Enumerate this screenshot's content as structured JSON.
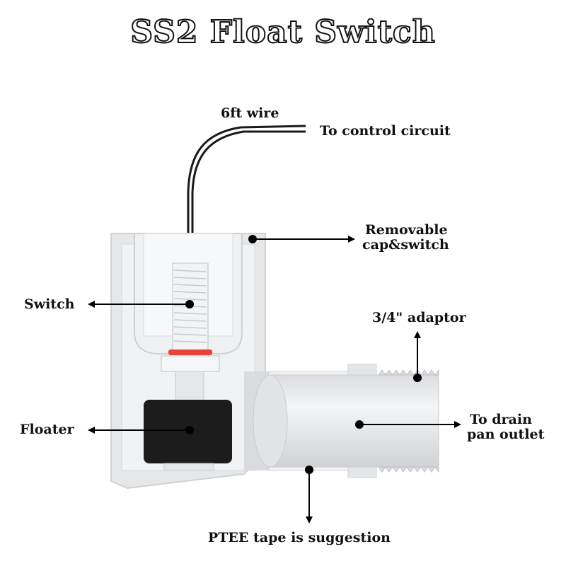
{
  "title": "SS2 Float Switch",
  "labels": {
    "wire": "6ft wire",
    "control": "To control circuit",
    "cap_line1": "Removable",
    "cap_line2": "cap&switch",
    "switch": "Switch",
    "adaptor": "3/4\" adaptor",
    "floater": "Floater",
    "drain_line1": "To drain",
    "drain_line2": "pan outlet",
    "tape": "PTEE tape is suggestion"
  },
  "colors": {
    "body": "#e9eaec",
    "body_shade": "#d5d7da",
    "inner": "#f5f6f7",
    "floater": "#1c1c1c",
    "ring": "#e8413c",
    "wire": "#1a1a1a",
    "arrow": "#000000"
  }
}
